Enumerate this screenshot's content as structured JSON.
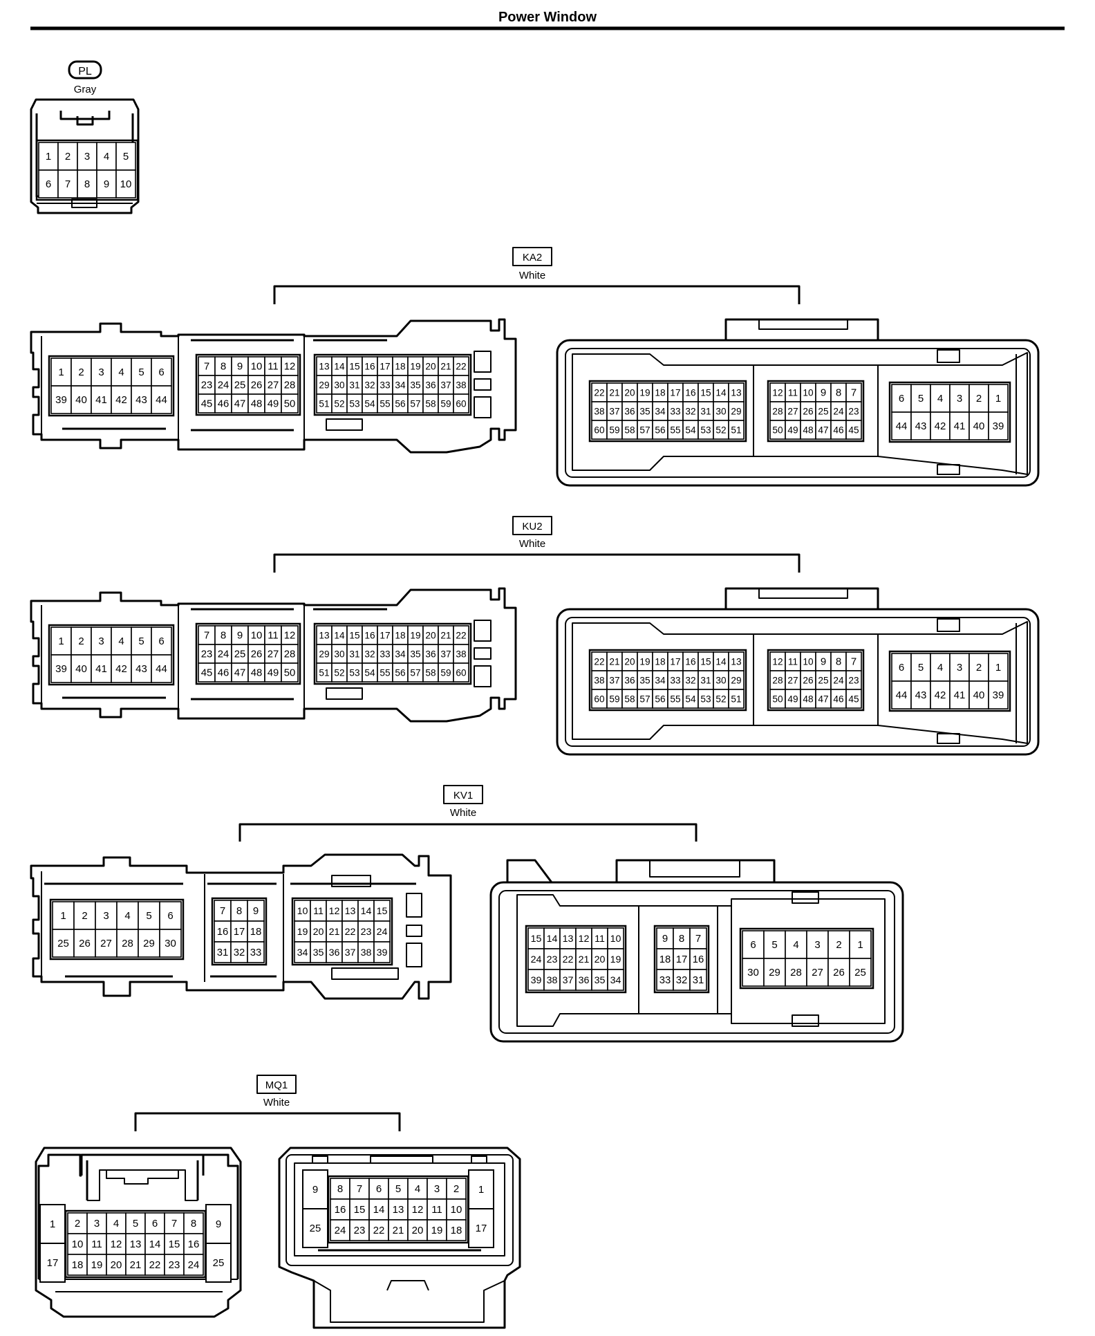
{
  "page": {
    "title": "Power Window"
  },
  "connectors": {
    "pl": {
      "code": "PL",
      "color": "Gray"
    },
    "ka2": {
      "code": "KA2",
      "color": "White"
    },
    "ku2": {
      "code": "KU2",
      "color": "White"
    },
    "kv1": {
      "code": "KV1",
      "color": "White"
    },
    "mq1": {
      "code": "MQ1",
      "color": "White"
    }
  },
  "pin_grids": {
    "pl": [
      [
        "1",
        "2",
        "3",
        "4",
        "5"
      ],
      [
        "6",
        "7",
        "8",
        "9",
        "10"
      ]
    ],
    "ka2_left": {
      "a": [
        [
          "1",
          "2",
          "3",
          "4",
          "5",
          "6"
        ],
        [
          "39",
          "40",
          "41",
          "42",
          "43",
          "44"
        ]
      ],
      "b": [
        [
          "7",
          "8",
          "9",
          "10",
          "11",
          "12"
        ],
        [
          "23",
          "24",
          "25",
          "26",
          "27",
          "28"
        ],
        [
          "45",
          "46",
          "47",
          "48",
          "49",
          "50"
        ]
      ],
      "c": [
        [
          "13",
          "14",
          "15",
          "16",
          "17",
          "18",
          "19",
          "20",
          "21",
          "22"
        ],
        [
          "29",
          "30",
          "31",
          "32",
          "33",
          "34",
          "35",
          "36",
          "37",
          "38"
        ],
        [
          "51",
          "52",
          "53",
          "54",
          "55",
          "56",
          "57",
          "58",
          "59",
          "60"
        ]
      ]
    },
    "ka2_right": {
      "a": [
        [
          "22",
          "21",
          "20",
          "19",
          "18",
          "17",
          "16",
          "15",
          "14",
          "13"
        ],
        [
          "38",
          "37",
          "36",
          "35",
          "34",
          "33",
          "32",
          "31",
          "30",
          "29"
        ],
        [
          "60",
          "59",
          "58",
          "57",
          "56",
          "55",
          "54",
          "53",
          "52",
          "51"
        ]
      ],
      "b": [
        [
          "12",
          "11",
          "10",
          "9",
          "8",
          "7"
        ],
        [
          "28",
          "27",
          "26",
          "25",
          "24",
          "23"
        ],
        [
          "50",
          "49",
          "48",
          "47",
          "46",
          "45"
        ]
      ],
      "c": [
        [
          "6",
          "5",
          "4",
          "3",
          "2",
          "1"
        ],
        [
          "44",
          "43",
          "42",
          "41",
          "40",
          "39"
        ]
      ]
    },
    "kv1_left": {
      "a": [
        [
          "1",
          "2",
          "3",
          "4",
          "5",
          "6"
        ],
        [
          "25",
          "26",
          "27",
          "28",
          "29",
          "30"
        ]
      ],
      "b": [
        [
          "7",
          "8",
          "9"
        ],
        [
          "16",
          "17",
          "18"
        ],
        [
          "31",
          "32",
          "33"
        ]
      ],
      "c": [
        [
          "10",
          "11",
          "12",
          "13",
          "14",
          "15"
        ],
        [
          "19",
          "20",
          "21",
          "22",
          "23",
          "24"
        ],
        [
          "34",
          "35",
          "36",
          "37",
          "38",
          "39"
        ]
      ]
    },
    "kv1_right": {
      "a": [
        [
          "15",
          "14",
          "13",
          "12",
          "11",
          "10"
        ],
        [
          "24",
          "23",
          "22",
          "21",
          "20",
          "19"
        ],
        [
          "39",
          "38",
          "37",
          "36",
          "35",
          "34"
        ]
      ],
      "b": [
        [
          "9",
          "8",
          "7"
        ],
        [
          "18",
          "17",
          "16"
        ],
        [
          "33",
          "32",
          "31"
        ]
      ],
      "c": [
        [
          "6",
          "5",
          "4",
          "3",
          "2",
          "1"
        ],
        [
          "30",
          "29",
          "28",
          "27",
          "26",
          "25"
        ]
      ]
    },
    "mq1_left": {
      "side_left": [
        "1",
        "17"
      ],
      "center": [
        [
          "2",
          "3",
          "4",
          "5",
          "6",
          "7",
          "8"
        ],
        [
          "10",
          "11",
          "12",
          "13",
          "14",
          "15",
          "16"
        ],
        [
          "18",
          "19",
          "20",
          "21",
          "22",
          "23",
          "24"
        ]
      ],
      "side_right": [
        "9",
        "25"
      ]
    },
    "mq1_right": {
      "side_left": [
        "9",
        "25"
      ],
      "center": [
        [
          "8",
          "7",
          "6",
          "5",
          "4",
          "3",
          "2"
        ],
        [
          "16",
          "15",
          "14",
          "13",
          "12",
          "11",
          "10"
        ],
        [
          "24",
          "23",
          "22",
          "21",
          "20",
          "19",
          "18"
        ]
      ],
      "side_right": [
        "1",
        "17"
      ]
    }
  }
}
